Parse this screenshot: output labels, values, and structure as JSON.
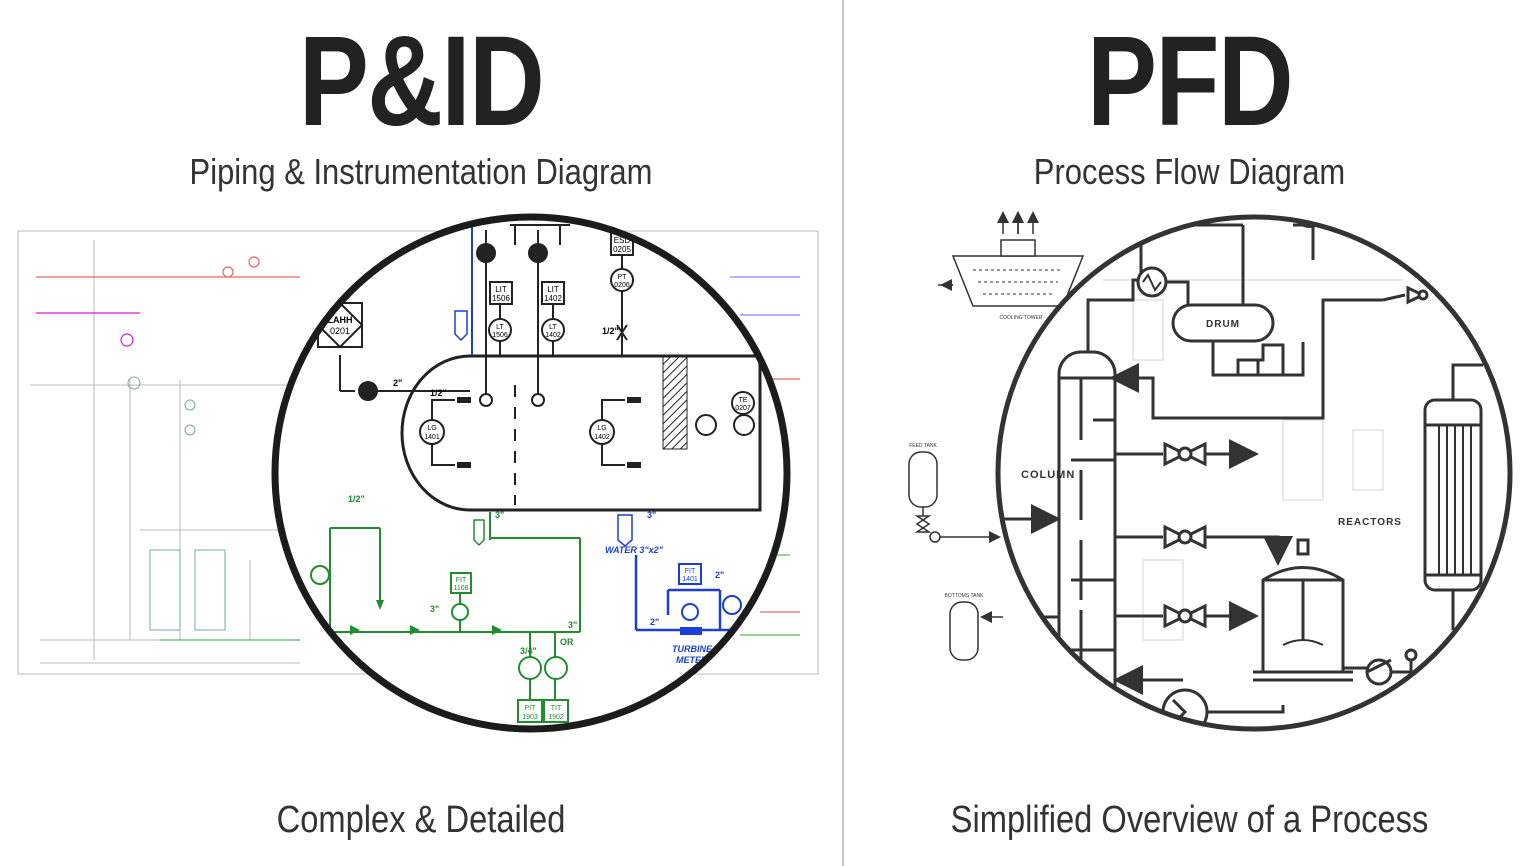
{
  "left": {
    "title": "P&ID",
    "subtitle": "Piping & Instrumentation Diagram",
    "caption": "Complex & Detailed",
    "labels": {
      "lahh": "LAHH",
      "lahh_num": "0201",
      "lit1": "LIT",
      "lit1_num": "1506",
      "lit2": "LIT",
      "lit2_num": "1402",
      "lt1": "LT",
      "lt1_num": "1506",
      "lt2": "LT",
      "lt2_num": "1402",
      "esd": "ESD",
      "esd_num": "0205",
      "pt": "PT",
      "pt_num": "0206",
      "lg1": "LG",
      "lg1_num": "1401",
      "lg2": "LG",
      "lg2_num": "1402",
      "te": "TE",
      "te_num": "0207",
      "fit1": "FIT",
      "fit1_num": "1108",
      "fit2": "FIT",
      "fit2_num": "1401",
      "pit": "PIT",
      "pit_num": "1903",
      "tit": "TIT",
      "tit_num": "1902",
      "half_inch": "1/2\"",
      "two_inch": "2\"",
      "three_inch": "3\"",
      "three_quarter": "3/4\"",
      "water": "WATER 3\"x2\"",
      "turbine": "TURBINE",
      "meter": "METER",
      "or": "OR"
    }
  },
  "right": {
    "title": "PFD",
    "subtitle": "Process Flow Diagram",
    "caption": "Simplified Overview of a Process",
    "labels": {
      "cooling_tower": "COOLING TOWER",
      "drum": "DRUM",
      "column": "COLUMN",
      "feed_tank": "FEED TANK",
      "bottoms_tank": "BOTTOMS TANK",
      "reactors": "REACTORS"
    }
  },
  "colors": {
    "ink": "#222222",
    "green": "#1f8f2e",
    "blue": "#1a3fd9",
    "red": "#e03a3a",
    "magenta": "#d21fd2",
    "divider": "#c8c8c8"
  }
}
